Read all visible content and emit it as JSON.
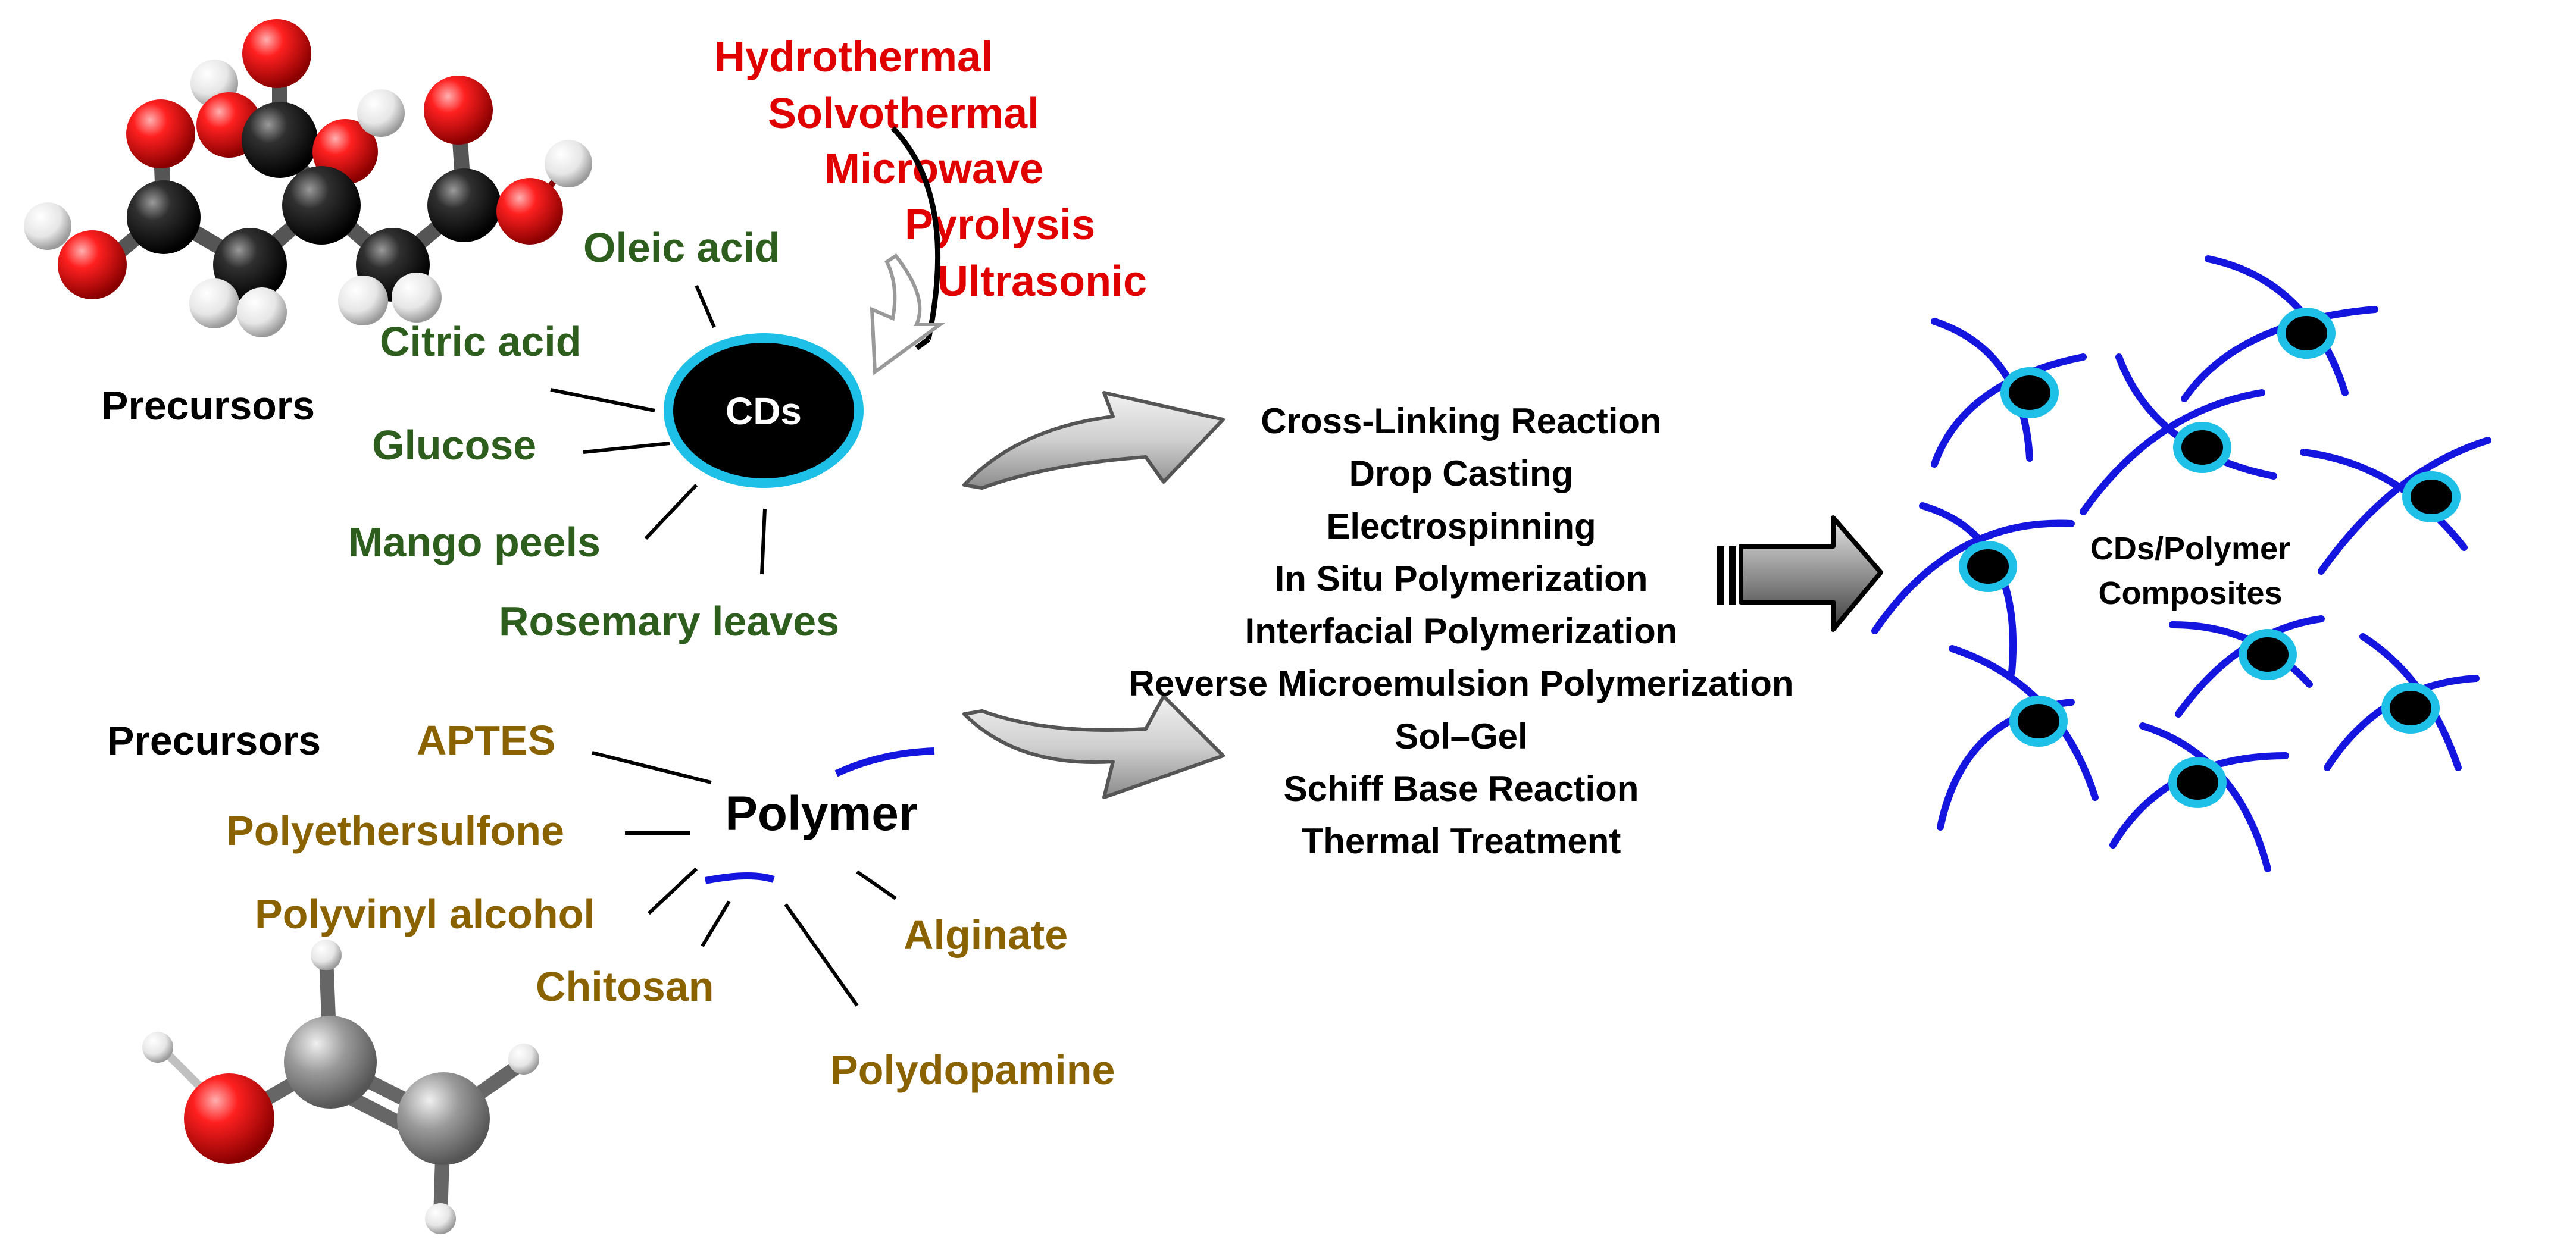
{
  "colors": {
    "methods": "#e00000",
    "cd_precursor": "#2e5e1e",
    "polymer_precursor": "#8a6200",
    "black": "#000000",
    "cyan": "#1fc0e8",
    "blue": "#1515e0",
    "arrow_fill": "#c8c8c8"
  },
  "synthesis_methods": [
    "Hydrothermal",
    "Solvothermal",
    "Microwave",
    "Pyrolysis",
    "Ultrasonic"
  ],
  "cds": {
    "heading": "Precursors",
    "center_label": "CDs",
    "precursors": [
      "Oleic acid",
      "Citric acid",
      "Glucose",
      "Mango peels",
      "Rosemary leaves"
    ]
  },
  "polymer": {
    "heading": "Precursors",
    "center_label": "Polymer",
    "precursors": [
      "APTES",
      "Polyethersulfone",
      "Polyvinyl alcohol",
      "Chitosan",
      "Polydopamine",
      "Alginate"
    ]
  },
  "fabrication_methods": [
    "Cross-Linking Reaction",
    "Drop Casting",
    "Electrospinning",
    "In Situ Polymerization",
    "Interfacial Polymerization",
    "Reverse Microemulsion Polymerization",
    "Sol–Gel",
    "Schiff Base Reaction",
    "Thermal Treatment"
  ],
  "composite": {
    "label_line1": "CDs/Polymer",
    "label_line2": "Composites"
  },
  "icons": {
    "citric_acid_model": "ball-and-stick-molecule-icon",
    "vinyl_alcohol_model": "ball-and-stick-molecule-icon",
    "big_arrow": "block-arrow-icon"
  }
}
